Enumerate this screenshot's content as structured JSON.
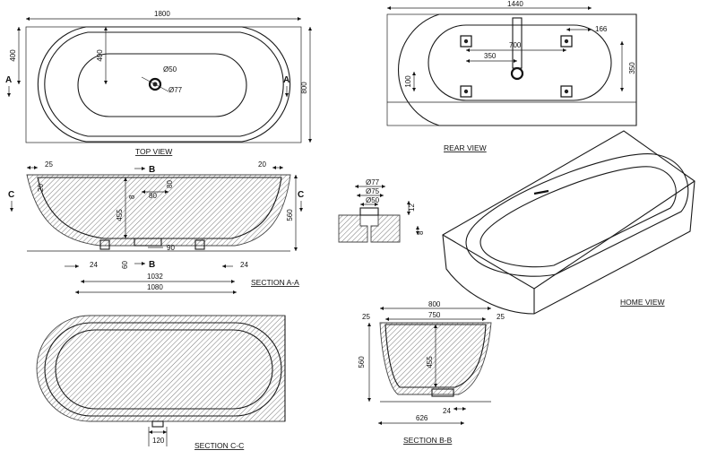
{
  "views": {
    "top": "TOP VIEW",
    "rear": "REAR VIEW",
    "home": "HOME VIEW",
    "section_aa": "SECTION A-A",
    "section_bb": "SECTION B-B",
    "section_cc": "SECTION C-C"
  },
  "section_markers": {
    "a": "A",
    "b": "B",
    "c": "C"
  },
  "dims": {
    "top_length": "1800",
    "top_width": "800",
    "top_left_400": "400",
    "top_inner_400": "400",
    "top_drain_50": "Ø50",
    "top_drain_77": "Ø77",
    "rear_length": "1440",
    "rear_166": "166",
    "rear_700": "700",
    "rear_350": "350",
    "rear_350v": "350",
    "rear_100": "100",
    "aa_25": "25",
    "aa_20": "20",
    "aa_20b": "20",
    "aa_80": "80",
    "aa_80v": "80",
    "aa_8": "8",
    "aa_455": "455",
    "aa_560": "560",
    "aa_90": "90",
    "aa_60": "60",
    "aa_24": "24",
    "aa_24b": "24",
    "aa_1032": "1032",
    "aa_1080": "1080",
    "det_77": "Ø77",
    "det_75": "Ø75",
    "det_50": "Ø50",
    "det_12": "12",
    "det_8": "8",
    "bb_800": "800",
    "bb_750": "750",
    "bb_25": "25",
    "bb_25b": "25",
    "bb_560": "560",
    "bb_455": "455",
    "bb_24": "24",
    "bb_626": "626",
    "cc_120": "120"
  }
}
